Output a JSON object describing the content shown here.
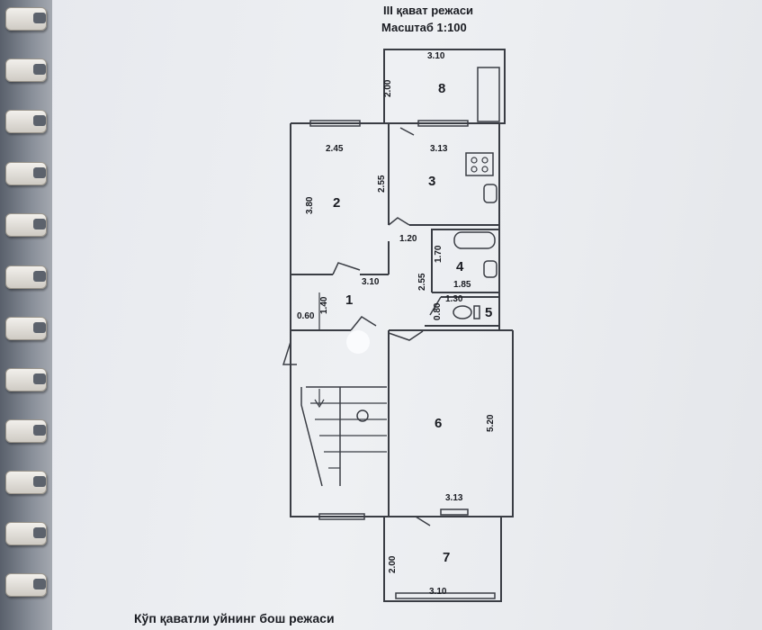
{
  "header": {
    "title": "III қават режаси",
    "scale": "Масштаб  1:100"
  },
  "footer": {
    "caption": "Кўп қаватли уйнинг бош режаси"
  },
  "rooms": [
    "1",
    "2",
    "3",
    "4",
    "5",
    "6",
    "7",
    "8"
  ],
  "dimensions": {
    "r8_top": "3.10",
    "r8_side": "2.00",
    "r2_top": "2.45",
    "r2_side": "3.80",
    "r3_top": "3.13",
    "r3_side": "2.55",
    "hall_w": "1.20",
    "hall_bottom": "3.10",
    "r4_side": "1.70",
    "r4_bottom": "1.85",
    "hall_side": "2.55",
    "r5_top": "1.30",
    "r5_side": "0.80",
    "hall_left": "1.40",
    "hall_small": "0.60",
    "r6_side": "5.20",
    "r6_bottom": "3.13",
    "r7_side": "2.00",
    "r7_bottom": "3.10"
  },
  "colors": {
    "paper": "#eceef2",
    "ink": "#3a3d44",
    "binding": "#6f7682"
  }
}
